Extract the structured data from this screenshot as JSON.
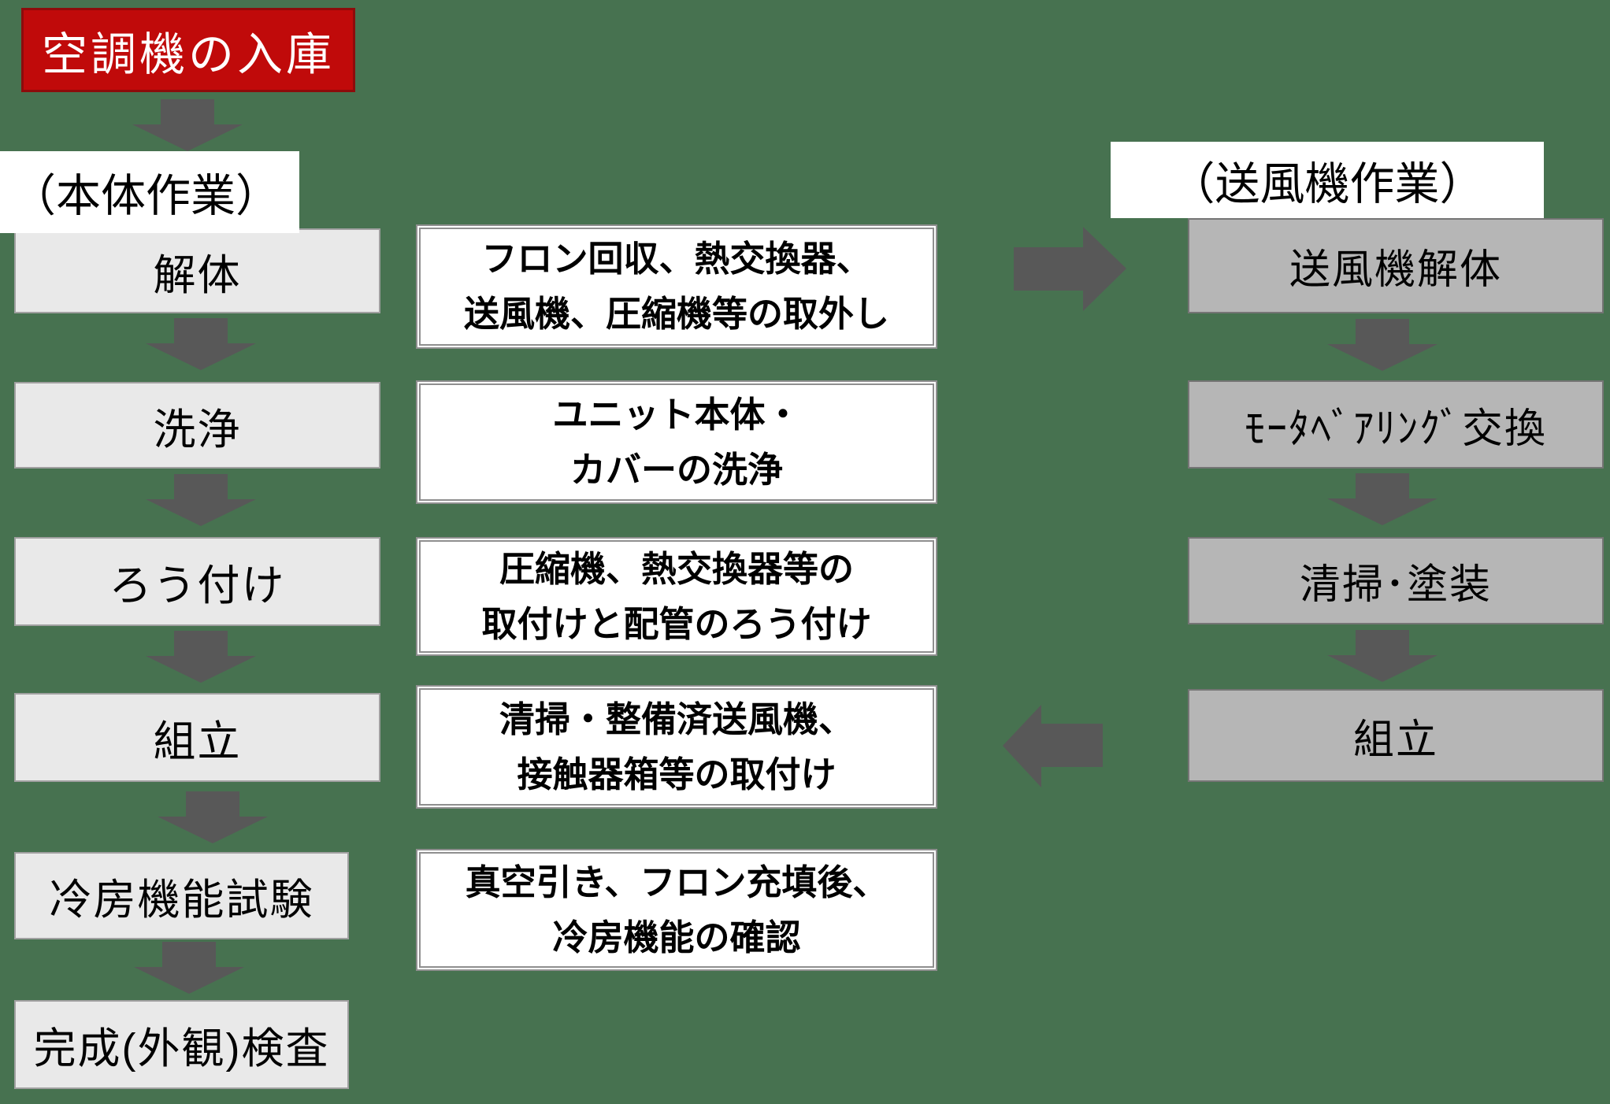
{
  "colors": {
    "bg": "#477250",
    "red_bg": "#C00A0A",
    "red_border": "#8E0B0B",
    "red_text": "#FFFFFF",
    "left_bg": "#E9E9E9",
    "left_border": "#A0A0A0",
    "mid_bg": "#FFFFFF",
    "mid_border": "#8F8F8F",
    "right_bg": "#B6B6B6",
    "right_border": "#757575",
    "arrow": "#585858",
    "label_bg": "#FFFFFF",
    "text": "#000000"
  },
  "start": {
    "label": "空調機の入庫"
  },
  "left_column": {
    "header": "（本体作業）",
    "steps": [
      "解体",
      "洗浄",
      "ろう付け",
      "組立",
      "冷房機能試験",
      "完成(外観)検査"
    ]
  },
  "descriptions": [
    {
      "line1": "フロン回収、熱交換器、",
      "line2": "送風機、圧縮機等の取外し"
    },
    {
      "line1": "ユニット本体・",
      "line2": "カバーの洗浄"
    },
    {
      "line1": "圧縮機、熱交換器等の",
      "line2": "取付けと配管のろう付け"
    },
    {
      "line1": "清掃・整備済送風機、",
      "line2": "接触器箱等の取付け"
    },
    {
      "line1": "真空引き、フロン充填後、",
      "line2": "冷房機能の確認"
    }
  ],
  "right_column": {
    "header": "（送風機作業）",
    "steps": [
      "送風機解体",
      "ﾓｰﾀﾍﾞｱﾘﾝｸﾞ交換",
      "清掃･塗装",
      "組立"
    ]
  }
}
